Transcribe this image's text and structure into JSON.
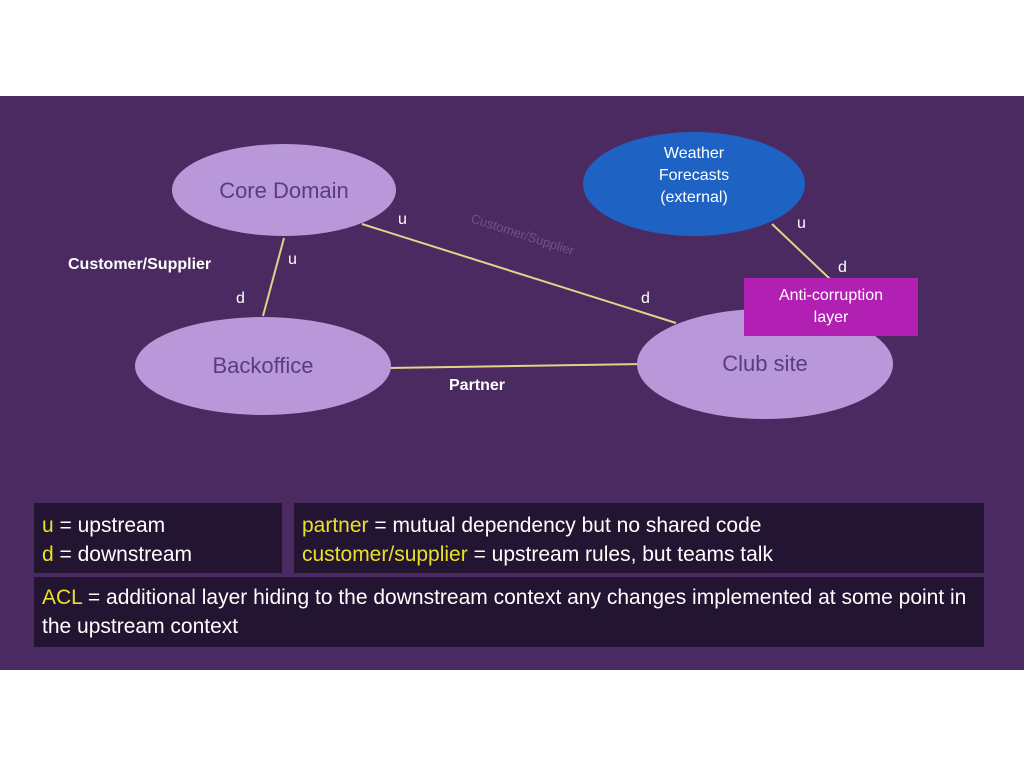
{
  "diagram": {
    "nodes": {
      "core_domain": "Core Domain",
      "backoffice": "Backoffice",
      "club_site": "Club site",
      "weather": [
        "Weather",
        "Forecasts",
        "(external)"
      ]
    },
    "acl_box": [
      "Anti-corruption",
      "layer"
    ],
    "relationships": {
      "customer_supplier": "Customer/Supplier",
      "partner": "Partner"
    },
    "edge_marks": {
      "core_back_u": "u",
      "core_back_d": "d",
      "core_club_u": "u",
      "core_club_d": "d",
      "weather_club_u": "u",
      "weather_club_d": "d"
    },
    "faint_label": "Customer/Supplier"
  },
  "legend": {
    "u_key": "u",
    "u_text": "= upstream",
    "d_key": "d",
    "d_text": "= downstream",
    "partner_key": "partner",
    "partner_text": "= mutual dependency but no shared code",
    "cs_key": "customer/supplier",
    "cs_text": "= upstream rules, but teams talk",
    "acl_key": "ACL",
    "acl_text": "= additional layer hiding to the downstream context any changes implemented at some point in the upstream context"
  },
  "colors": {
    "slide_bg": "#4a2a60",
    "node_fill": "#b898d8",
    "weather_fill": "#1e63c4",
    "acl_fill": "#b21fb3",
    "edge_line": "#ddd58a",
    "legend_bg": "#231432",
    "highlight": "#e6e227"
  }
}
